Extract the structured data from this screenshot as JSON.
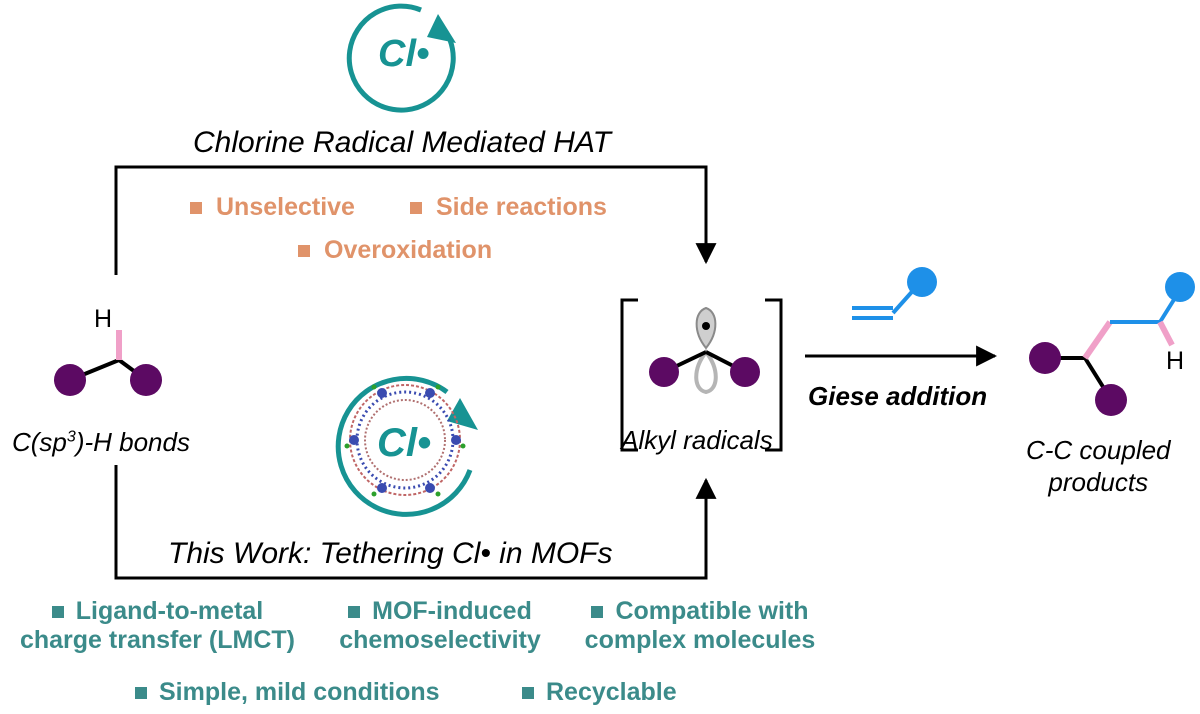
{
  "top_cycle": {
    "cl_text": "Cl",
    "dot": "•"
  },
  "top_path": {
    "title": "Chlorine Radical Mediated HAT"
  },
  "drawbacks": [
    "Unselective",
    "Side reactions",
    "Overoxidation"
  ],
  "start": {
    "h_atom": "H",
    "label_prefix": "C(sp",
    "label_sup": "3",
    "label_suffix": ")-H bonds"
  },
  "mof_cycle": {
    "cl_text": "Cl",
    "dot": "•"
  },
  "bottom_path": {
    "title": "This Work: Tethering Cl• in MOFs"
  },
  "intermediate": {
    "label": "Alkyl radicals"
  },
  "giese": {
    "label": "Giese addition"
  },
  "product": {
    "h_atom": "H",
    "label_line1": "C-C coupled",
    "label_line2": "products"
  },
  "advantages": [
    {
      "line1": "Ligand-to-metal",
      "line2": "charge transfer (LMCT)"
    },
    {
      "line1": "MOF-induced",
      "line2": "chemoselectivity"
    },
    {
      "line1": "Compatible with",
      "line2": "complex molecules"
    },
    {
      "line1": "Simple, mild conditions"
    },
    {
      "line1": "Recyclable"
    }
  ],
  "colors": {
    "teal": "#179393",
    "drawback_orange": "#e0936a",
    "advantage_teal": "#3b8b8a",
    "purple_atom": "#5c0a63",
    "pink_bond": "#f0a0c8",
    "blue": "#1e90e8",
    "orbital_grey": "#b5b5b5"
  }
}
